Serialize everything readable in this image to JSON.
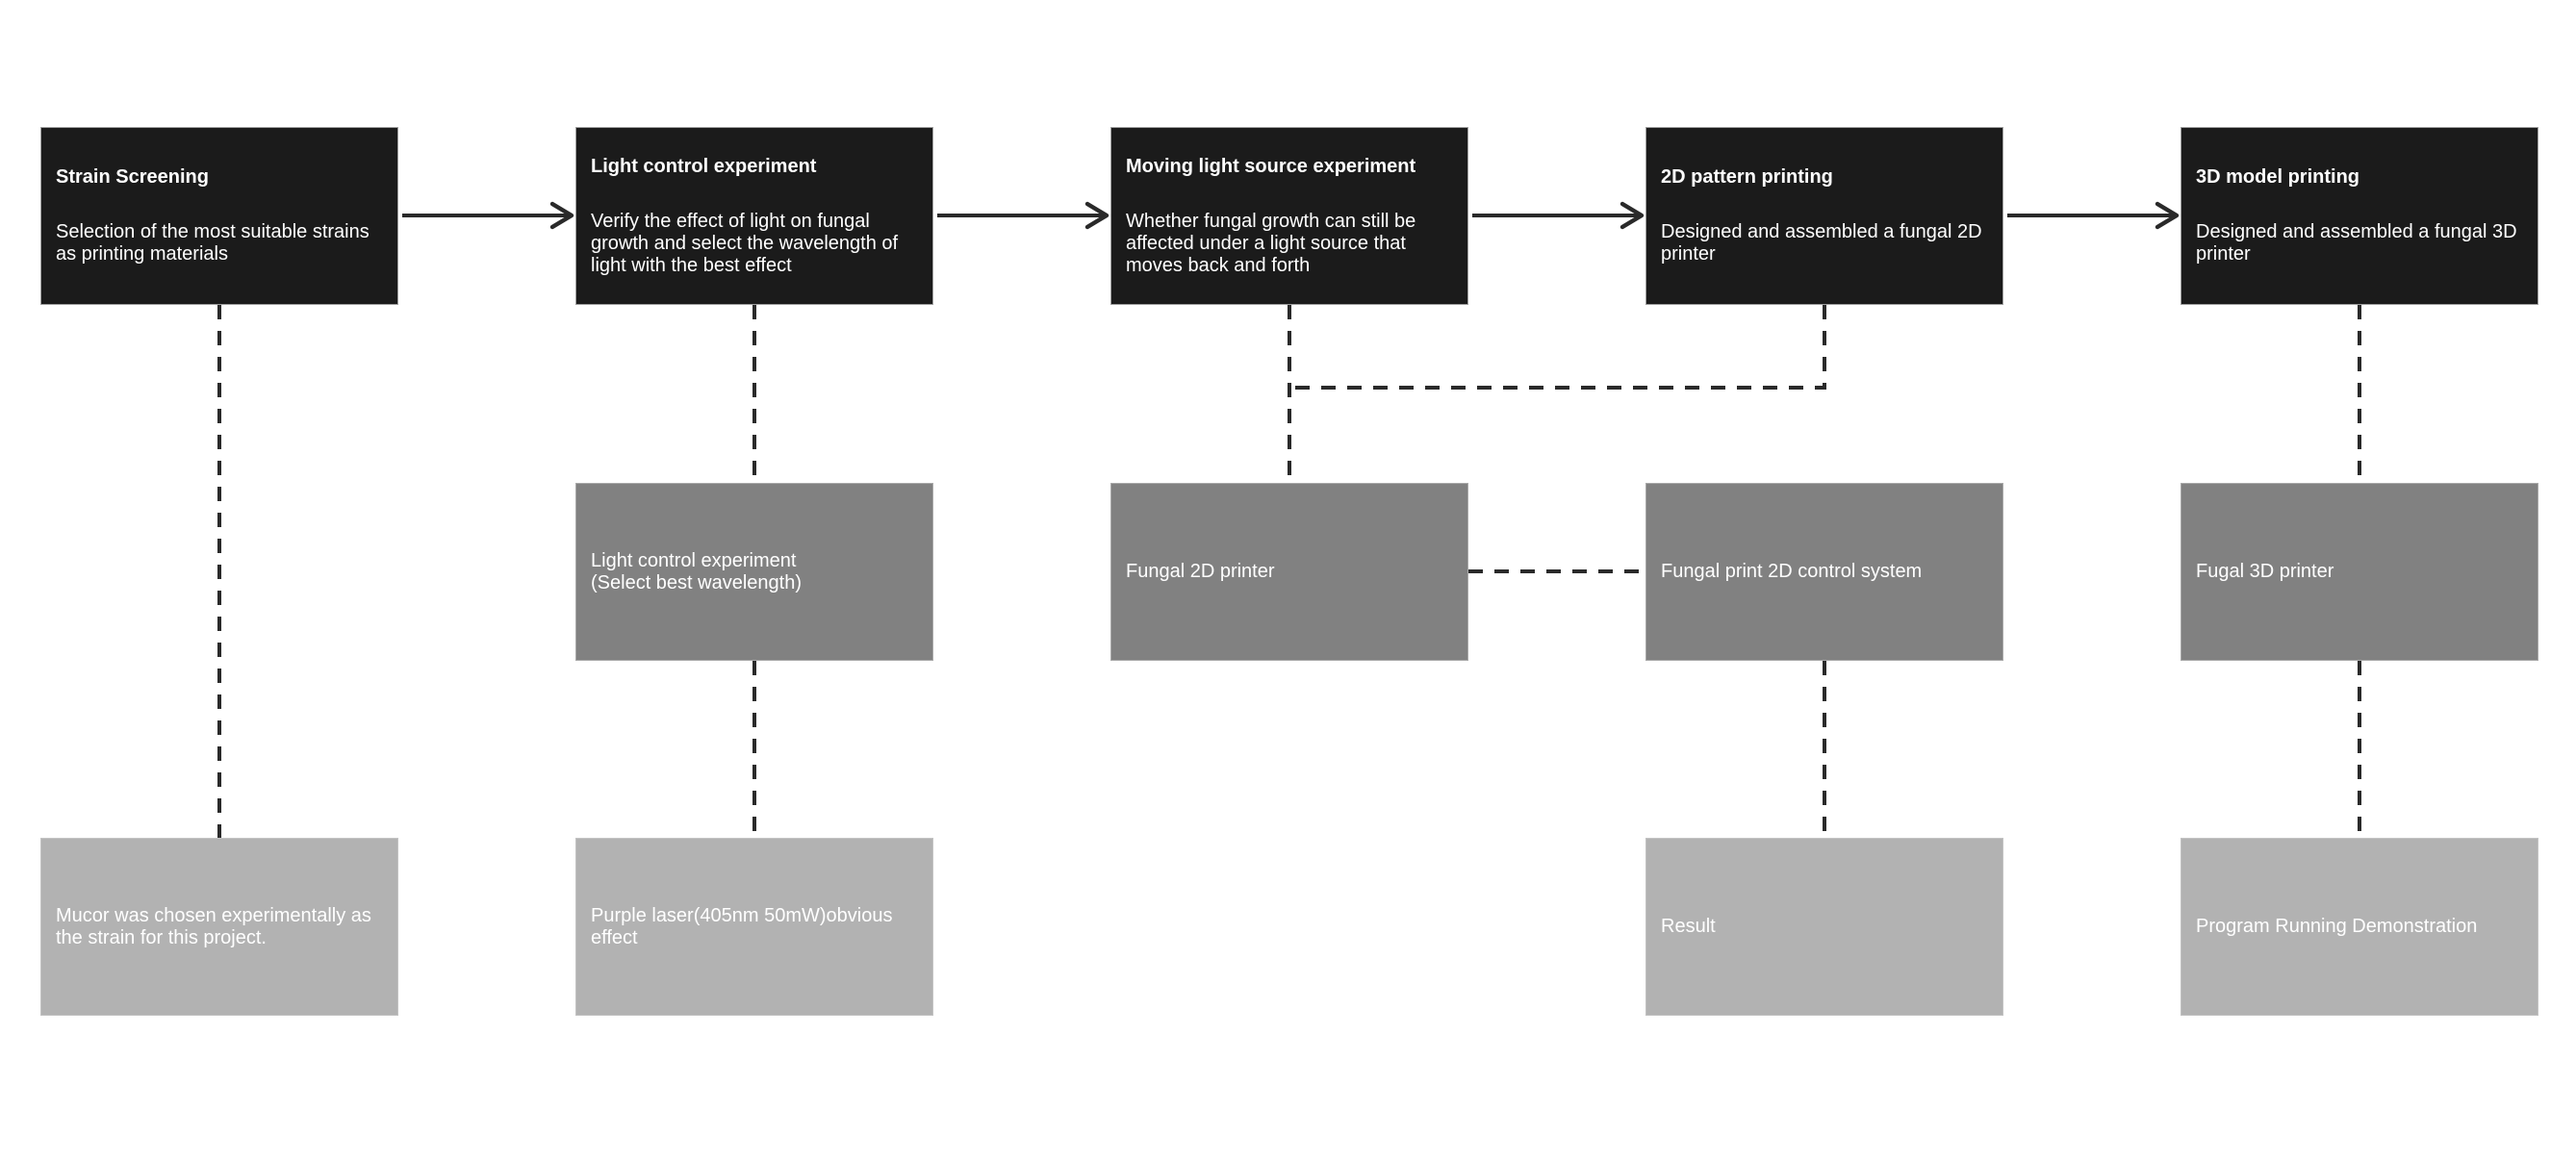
{
  "diagram": {
    "background": "#ffffff",
    "colors": {
      "stage_box": "#1b1b1b",
      "artifact_box": "#818181",
      "result_box": "#b2b2b2",
      "text": "#ffffff",
      "connector": "#2a2a2a"
    },
    "columns": [
      {
        "stage": {
          "title": "Strain Screening",
          "description": "Selection of the most suitable strains as printing materials"
        },
        "result": {
          "text": "Mucor was chosen experimentally as the strain for this project."
        }
      },
      {
        "stage": {
          "title": "Light control experiment",
          "description": "Verify the effect of light on fungal growth and select the wavelength of light with the best effect"
        },
        "artifact": {
          "text": "Light control experiment\n(Select best wavelength)"
        },
        "result": {
          "text": "Purple laser(405nm 50mW)obvious effect"
        }
      },
      {
        "stage": {
          "title": "Moving light source experiment",
          "description": "Whether fungal growth can still be affected under a light source that moves back and forth"
        },
        "artifact": {
          "text": "Fungal 2D printer"
        }
      },
      {
        "stage": {
          "title": "2D pattern printing",
          "description": "Designed and assembled a fungal 2D printer"
        },
        "artifact": {
          "text": "Fungal print 2D control system"
        },
        "result": {
          "text": "Result"
        }
      },
      {
        "stage": {
          "title": "3D model printing",
          "description": "Designed and assembled a fungal 3D printer"
        },
        "artifact": {
          "text": "Fugal 3D printer"
        },
        "result": {
          "text": "Program Running Demonstration"
        }
      }
    ]
  }
}
